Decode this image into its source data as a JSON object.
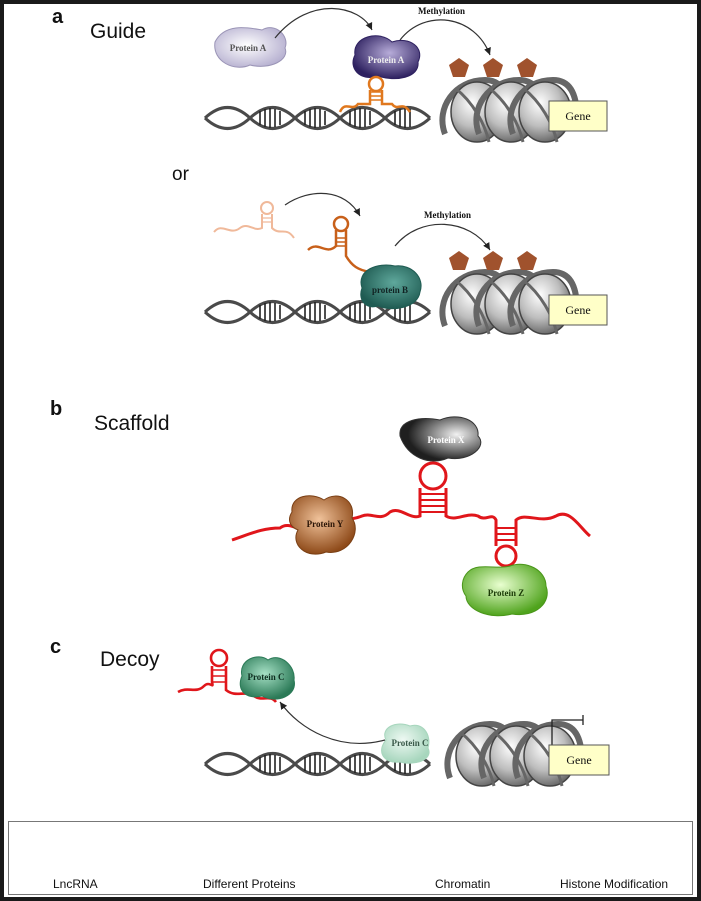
{
  "panels": {
    "a": {
      "letter": "a",
      "title": "Guide",
      "or": "or",
      "protein1": "Protein A",
      "protein2": "Protein A",
      "protein3": "protein B",
      "methylation1": "Methylation",
      "methylation2": "Methylation",
      "gene1": "Gene",
      "gene2": "Gene"
    },
    "b": {
      "letter": "b",
      "title": "Scaffold",
      "protein_x": "Protein X",
      "protein_y": "Protein Y",
      "protein_z": "Protein Z"
    },
    "c": {
      "letter": "c",
      "title": "Decoy",
      "protein_c_bound": "Protein C",
      "protein_c_free": "Protein C",
      "gene": "Gene"
    }
  },
  "legend": {
    "lncrna": "LncRNA",
    "proteins": "Different Proteins",
    "chromatin": "Chromatin",
    "histone": "Histone Modification"
  },
  "colors": {
    "lncrna": "#e0161b",
    "orange_rna": "#e0781e",
    "histone_mark": "#a0522d",
    "gene_box": "#ffffc8",
    "protein_a": "#4b3b78",
    "protein_b": "#2e6f66",
    "protein_x": "#3a3a3a",
    "protein_y": "#b8672e",
    "protein_z": "#6cc02a",
    "protein_c": "#3e8a6a"
  }
}
